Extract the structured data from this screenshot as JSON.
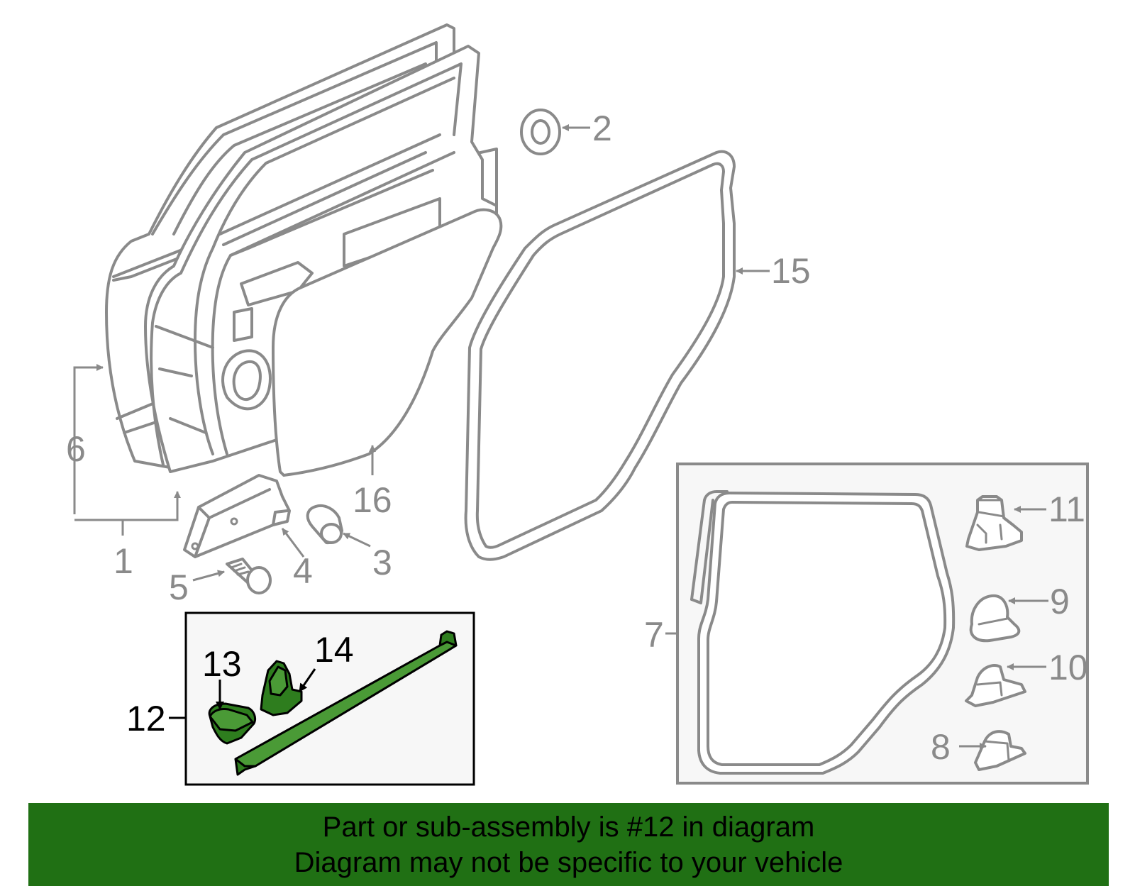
{
  "diagram": {
    "callouts": {
      "c1": "1",
      "c2": "2",
      "c3": "3",
      "c4": "4",
      "c5": "5",
      "c6": "6",
      "c7": "7",
      "c8": "8",
      "c9": "9",
      "c10": "10",
      "c11": "11",
      "c12": "12",
      "c13": "13",
      "c14": "14",
      "c15": "15",
      "c16": "16"
    },
    "highlight_color": "#2e7d1e"
  },
  "banner": {
    "line1": "Part or sub-assembly is #12 in diagram",
    "line2": "Diagram may not be specific to your vehicle",
    "color": "#207014"
  }
}
